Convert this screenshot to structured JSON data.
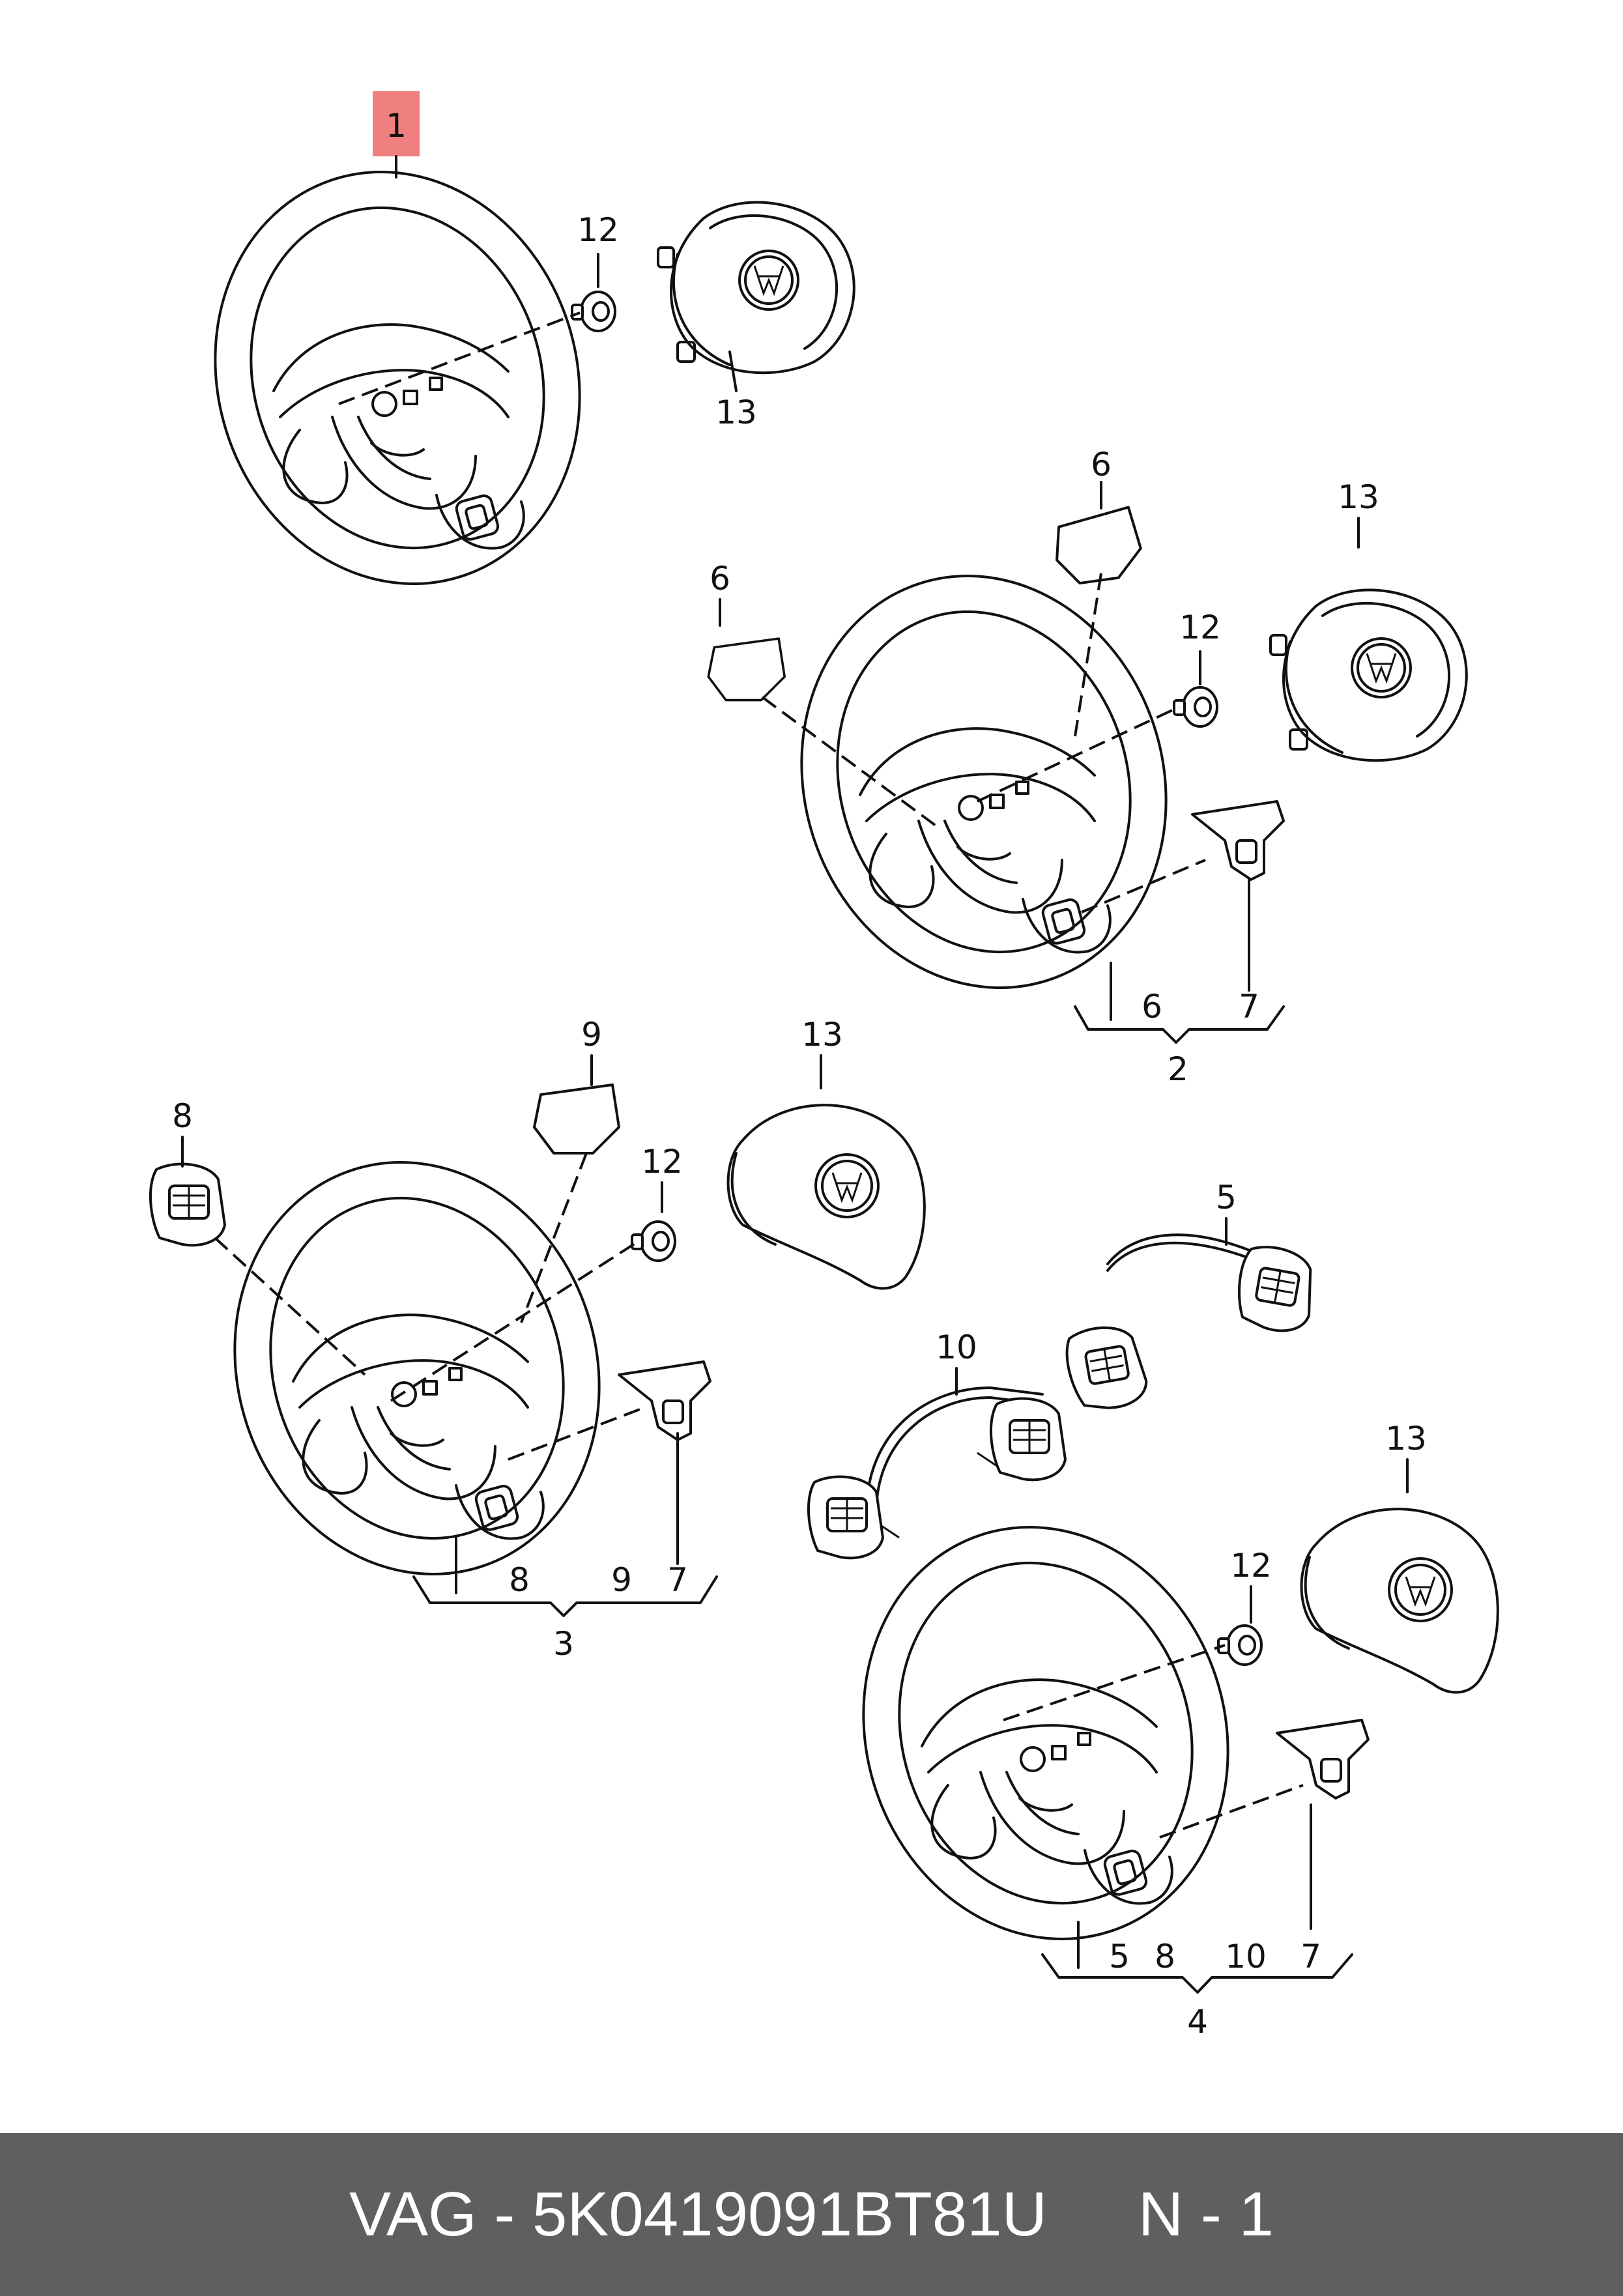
{
  "callouts": {
    "c1": "1",
    "a_12": "12",
    "a_13": "13",
    "b_6a": "6",
    "b_6b": "6",
    "b_12": "12",
    "b_13": "13",
    "b_6c": "6",
    "b_7": "7",
    "b_2": "2",
    "c_8": "8",
    "c_9": "9",
    "c_12": "12",
    "c_13": "13",
    "c_8b": "8",
    "c_9b": "9",
    "c_7": "7",
    "c_3": "3",
    "d_5": "5",
    "d_10": "10",
    "d_13": "13",
    "d_12": "12",
    "d_5b": "5",
    "d_8": "8",
    "d_10b": "10",
    "d_7": "7",
    "d_4": "4"
  },
  "highlight_color": "#f08080",
  "footer": {
    "brand": "VAG",
    "separator": "-",
    "part_number": "5K0419091BT81U",
    "page": "N - 1"
  },
  "icons": [
    "steering-wheel-icon",
    "airbag-module-icon",
    "bolt-icon",
    "trim-cover-icon",
    "button-panel-icon",
    "wiring-harness-icon"
  ]
}
